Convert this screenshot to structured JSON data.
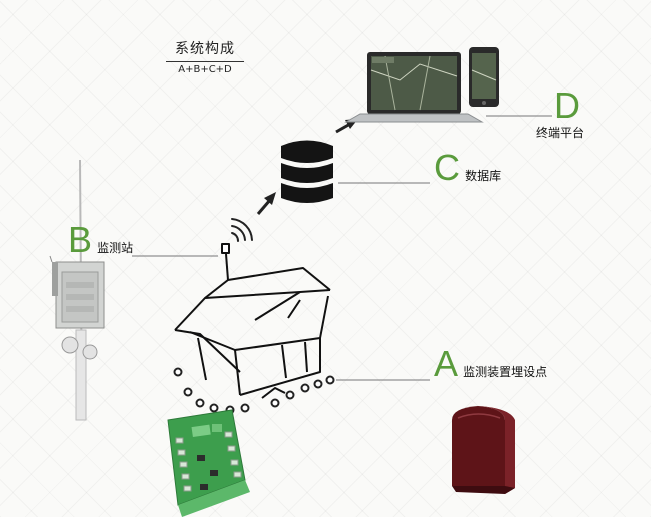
{
  "title": {
    "main": "系统构成",
    "formula": "A+B+C+D"
  },
  "components": {
    "a": {
      "letter": "A",
      "label": "监测装置埋设点"
    },
    "b": {
      "letter": "B",
      "label": "监测站"
    },
    "c": {
      "letter": "C",
      "label": "数据库"
    },
    "d": {
      "letter": "D",
      "label": "终端平台"
    }
  },
  "colors": {
    "accent": "#5a9b3c",
    "sensor_body": "#6b1a1f",
    "pcb": "#3a9a4a",
    "line": "#777777"
  }
}
